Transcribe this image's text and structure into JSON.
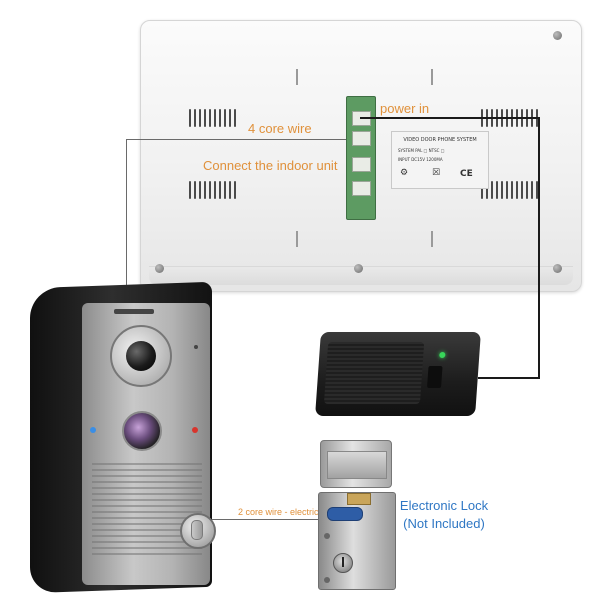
{
  "callouts": {
    "four_core_wire": "4 core wire",
    "power_in": "power in",
    "connect_indoor_unit": "Connect the indoor unit",
    "two_core_wire": "2 core wire - electric lock",
    "electronic_lock_line1": "Electronic Lock",
    "electronic_lock_line2": "(Not Included)"
  },
  "monitor_label": {
    "title": "VIDEO DOOR PHONE SYSTEM",
    "row1": "SYSTEM   PAL □   NTSC □",
    "row2": "INPUT    DC15V   1200MA",
    "mark_left": "⚙",
    "mark_mid": "☒",
    "mark_right": "CE"
  },
  "colors": {
    "callout_orange": "#e0913b",
    "callout_blue": "#2f77c4",
    "connector_green": "#5d9b62",
    "adapter_led": "#38d65a"
  }
}
